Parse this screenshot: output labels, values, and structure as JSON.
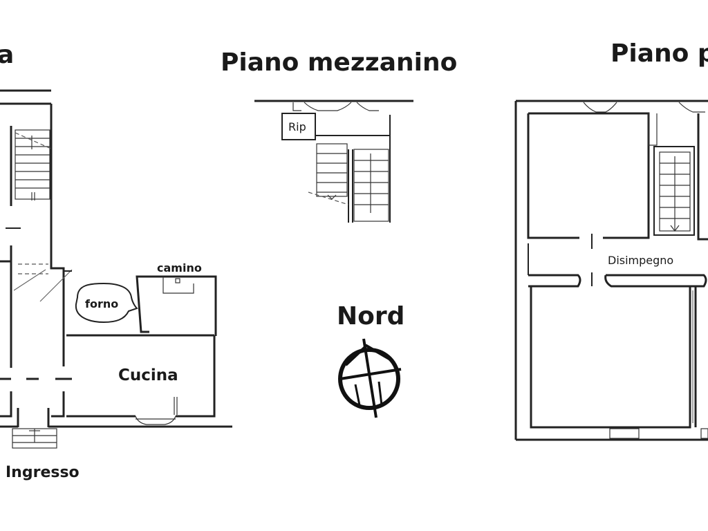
{
  "headings": {
    "left": "a",
    "middle": "Piano mezzanino",
    "right": "Piano p"
  },
  "labels": {
    "ingresso": "Ingresso",
    "cucina": "Cucina",
    "forno": "forno",
    "camino": "camino",
    "rip": "Rip",
    "disimpegno": "Disimpegno",
    "nord": "Nord"
  },
  "colors": {
    "ink": "#1a1a1a",
    "paper": "#ffffff"
  }
}
